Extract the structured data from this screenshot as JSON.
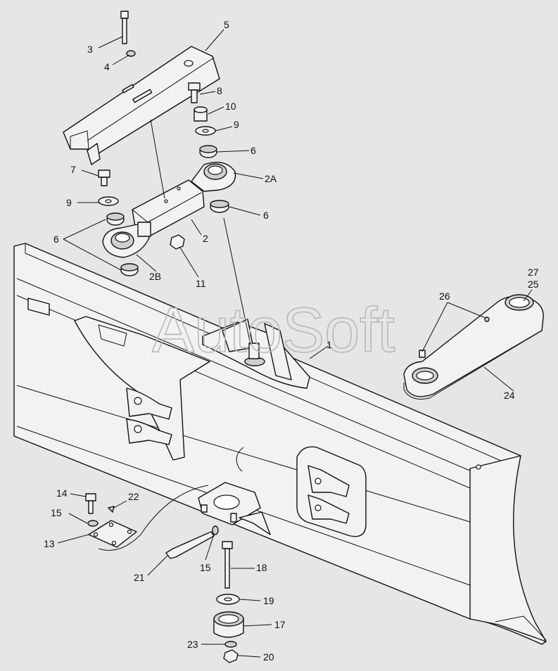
{
  "watermark": "AutoSoft",
  "callouts": {
    "c1": "1",
    "c2": "2",
    "c2A": "2A",
    "c2B": "2B",
    "c3": "3",
    "c4": "4",
    "c5": "5",
    "c6a": "6",
    "c6b": "6",
    "c6c": "6",
    "c7": "7",
    "c8": "8",
    "c9a": "9",
    "c9b": "9",
    "c10": "10",
    "c11": "11",
    "c13": "13",
    "c14": "14",
    "c15a": "15",
    "c15b": "15",
    "c17": "17",
    "c18": "18",
    "c19": "19",
    "c20": "20",
    "c21": "21",
    "c22": "22",
    "c23": "23",
    "c24": "24",
    "c25": "25",
    "c26": "26",
    "c27": "27"
  }
}
